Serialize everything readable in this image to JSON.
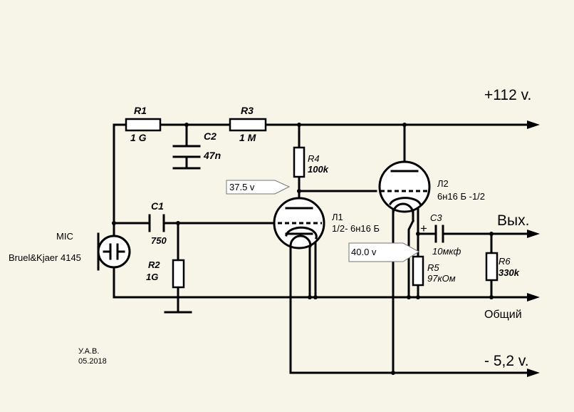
{
  "rails": {
    "supply": "+112 v.",
    "negative": "- 5,2 v.",
    "output": "Вых.",
    "common": "Общий"
  },
  "mic": {
    "label": "MIC",
    "model": "Bruel&Kjaer 4145"
  },
  "components": {
    "R1": {
      "ref": "R1",
      "value": "1 G"
    },
    "R2": {
      "ref": "R2",
      "value": "1G"
    },
    "R3": {
      "ref": "R3",
      "value": "1 M"
    },
    "R4": {
      "ref": "R4",
      "value": "100k"
    },
    "R5": {
      "ref": "R5",
      "value": "97кОм"
    },
    "R6": {
      "ref": "R6",
      "value": "330k"
    },
    "C1": {
      "ref": "C1",
      "value": "750"
    },
    "C2": {
      "ref": "C2",
      "value": "47n"
    },
    "C3": {
      "ref": "C3",
      "value": "10мкф",
      "polarity": "+"
    },
    "L1": {
      "ref": "Л1",
      "type": "1/2- 6н16 Б"
    },
    "L2": {
      "ref": "Л2",
      "type": "6н16 Б  -1/2"
    }
  },
  "probes": {
    "v1": "37.5 v",
    "v2": "40.0 v"
  },
  "author": {
    "name": "У.А.В.",
    "date": "05.2018"
  },
  "colors": {
    "background": "#f6f5e8",
    "ink": "#000000",
    "probe_fill": "#ffffff"
  }
}
